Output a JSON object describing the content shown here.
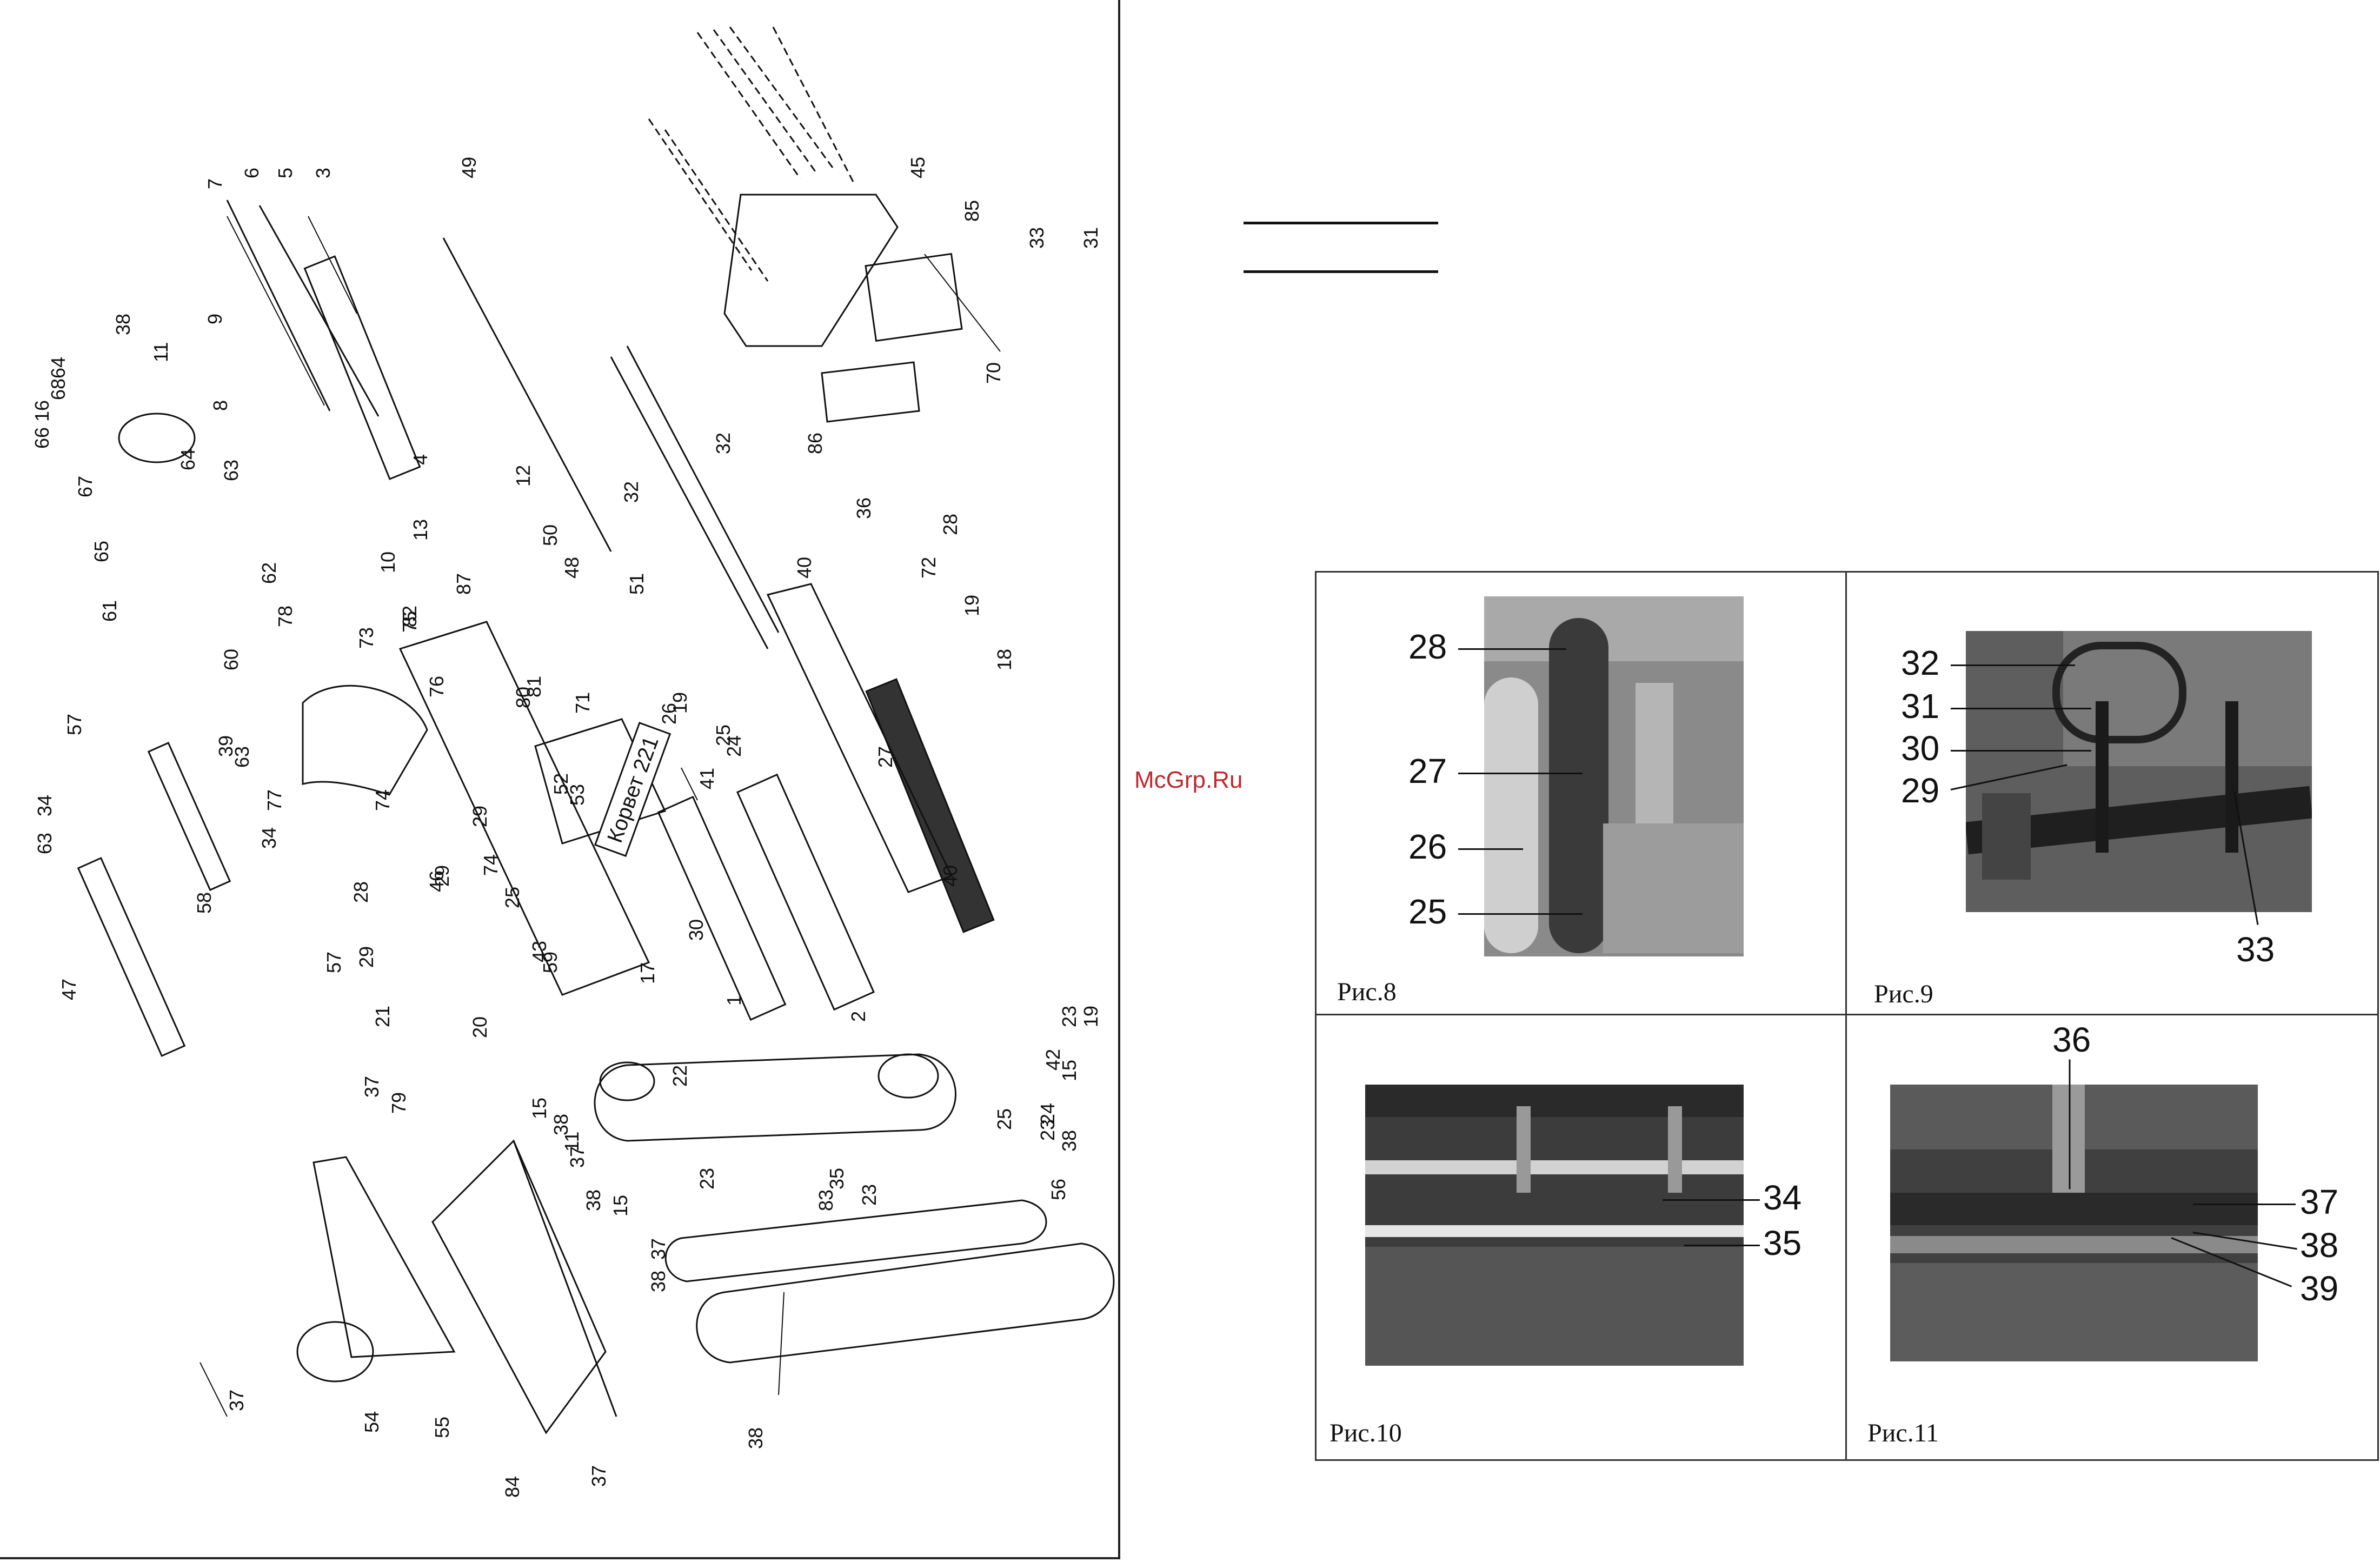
{
  "watermark": "McGrp.Ru",
  "brand_stamp": "Корвет 221",
  "colors": {
    "ink": "#111111",
    "watermark": "#c0282d",
    "photo_dark": "#3a3a3a",
    "photo_mid": "#6d6d6d"
  },
  "exploded_view": {
    "part_labels": [
      "7",
      "6",
      "5",
      "3",
      "49",
      "45",
      "85",
      "33",
      "31",
      "38",
      "11",
      "9",
      "8",
      "64",
      "68",
      "16",
      "66",
      "67",
      "64",
      "63",
      "4",
      "13",
      "12",
      "50",
      "48",
      "51",
      "70",
      "86",
      "36",
      "28",
      "72",
      "65",
      "62",
      "10",
      "32",
      "32",
      "40",
      "19",
      "18",
      "61",
      "60",
      "78",
      "73",
      "75",
      "82",
      "87",
      "76",
      "80",
      "81",
      "71",
      "26",
      "19",
      "24",
      "25",
      "41",
      "27",
      "57",
      "39",
      "63",
      "34",
      "77",
      "74",
      "29",
      "52",
      "53",
      "30",
      "40",
      "34",
      "63",
      "57",
      "28",
      "29",
      "46",
      "29",
      "74",
      "25",
      "43",
      "59",
      "58",
      "47",
      "21",
      "20",
      "1",
      "17",
      "23",
      "42",
      "19",
      "2",
      "15",
      "38",
      "11",
      "22",
      "25",
      "24",
      "23",
      "15",
      "38",
      "37",
      "79",
      "37",
      "38",
      "35",
      "23",
      "15",
      "37",
      "23",
      "83",
      "56",
      "38",
      "37",
      "54",
      "55",
      "84",
      "37",
      "38"
    ]
  },
  "figures": [
    {
      "caption": "Рис.8",
      "callouts": [
        "28",
        "27",
        "26",
        "25"
      ]
    },
    {
      "caption": "Рис.9",
      "callouts": [
        "32",
        "31",
        "30",
        "29",
        "33"
      ]
    },
    {
      "caption": "Рис.10",
      "callouts": [
        "34",
        "35"
      ]
    },
    {
      "caption": "Рис.11",
      "callouts": [
        "36",
        "37",
        "38",
        "39"
      ]
    }
  ]
}
